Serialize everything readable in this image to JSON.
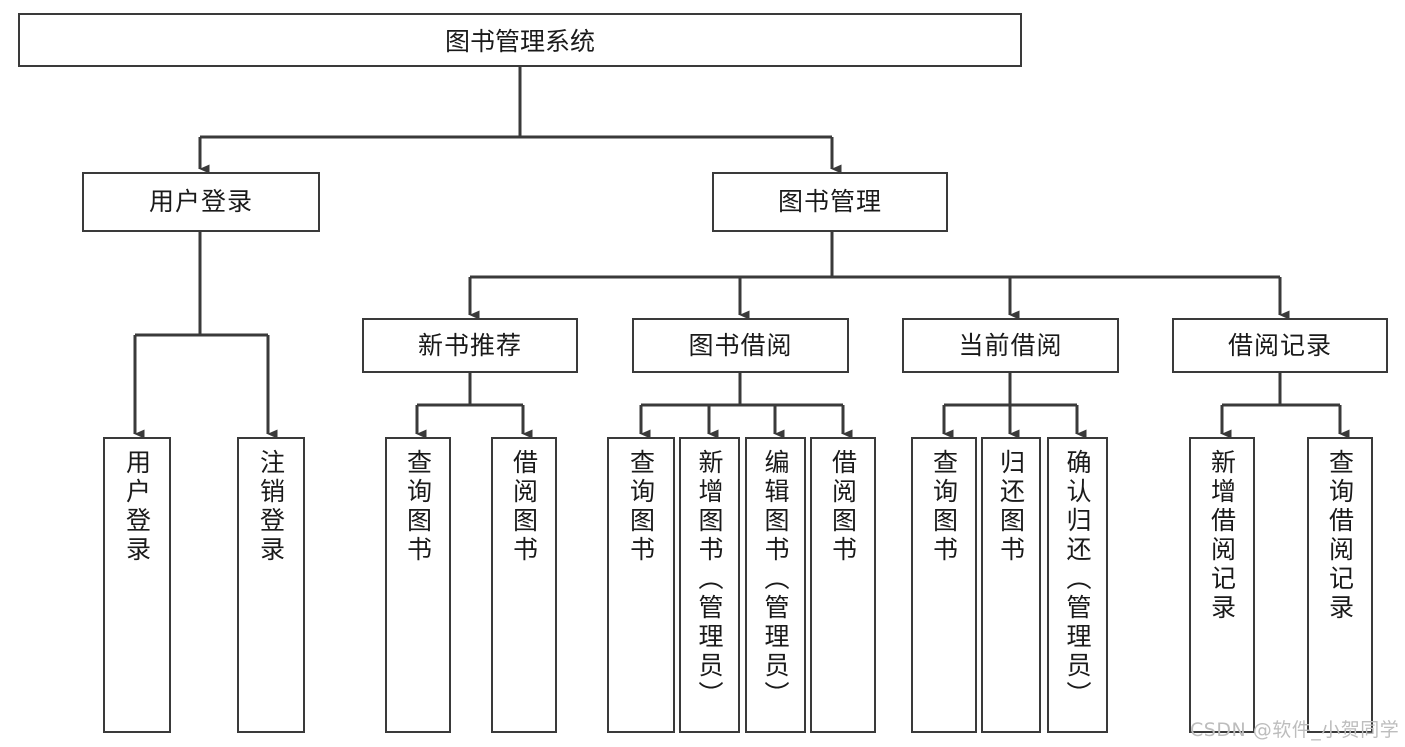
{
  "diagram": {
    "type": "tree-hierarchy",
    "title": "图书管理系统",
    "watermark": "CSDN @软件_小贺同学",
    "colors": {
      "box_border": "#3a3a3a",
      "box_fill": "#ffffff",
      "connector": "#3a3a3a",
      "text": "#1a1a1a",
      "watermark": "#bdbdbd",
      "background": "#ffffff"
    },
    "root": {
      "label": "图书管理系统"
    },
    "level2": [
      {
        "label": "用户登录"
      },
      {
        "label": "图书管理"
      }
    ],
    "level3": [
      {
        "label": "新书推荐"
      },
      {
        "label": "图书借阅"
      },
      {
        "label": "当前借阅"
      },
      {
        "label": "借阅记录"
      }
    ],
    "leaves": {
      "user_login": [
        {
          "label": "用户登录"
        },
        {
          "label": "注销登录"
        }
      ],
      "new_book_recommend": [
        {
          "label": "查询图书"
        },
        {
          "label": "借阅图书"
        }
      ],
      "book_borrow": [
        {
          "label": "查询图书"
        },
        {
          "label": "新增图书（管理员）"
        },
        {
          "label": "编辑图书（管理员）"
        },
        {
          "label": "借阅图书"
        }
      ],
      "current_borrow": [
        {
          "label": "查询图书"
        },
        {
          "label": "归还图书"
        },
        {
          "label": "确认归还（管理员）"
        }
      ],
      "borrow_record": [
        {
          "label": "新增借阅记录"
        },
        {
          "label": "查询借阅记录"
        }
      ]
    }
  }
}
